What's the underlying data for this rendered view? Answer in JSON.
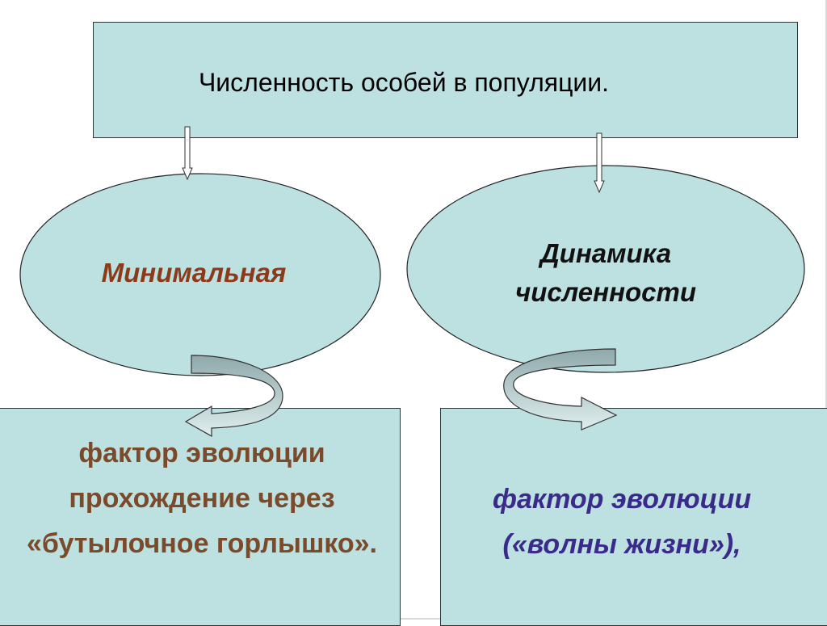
{
  "header": {
    "title": "Численность особей в популяции."
  },
  "ellipses": {
    "left_label": "Минимальная",
    "right_line1": "Динамика",
    "right_line2": "численности"
  },
  "boxes": {
    "left": {
      "line1": "фактор эволюции",
      "line2": "прохождение через",
      "line3": "«бутылочное горлышко»."
    },
    "right": {
      "line1": "фактор эволюции",
      "line2": "(«волны жизни»),"
    }
  },
  "colors": {
    "fill": "#bde0e1",
    "left_label": "#8b3a1a",
    "left_text": "#7a4a2a",
    "right_text": "#3a2a8a"
  }
}
